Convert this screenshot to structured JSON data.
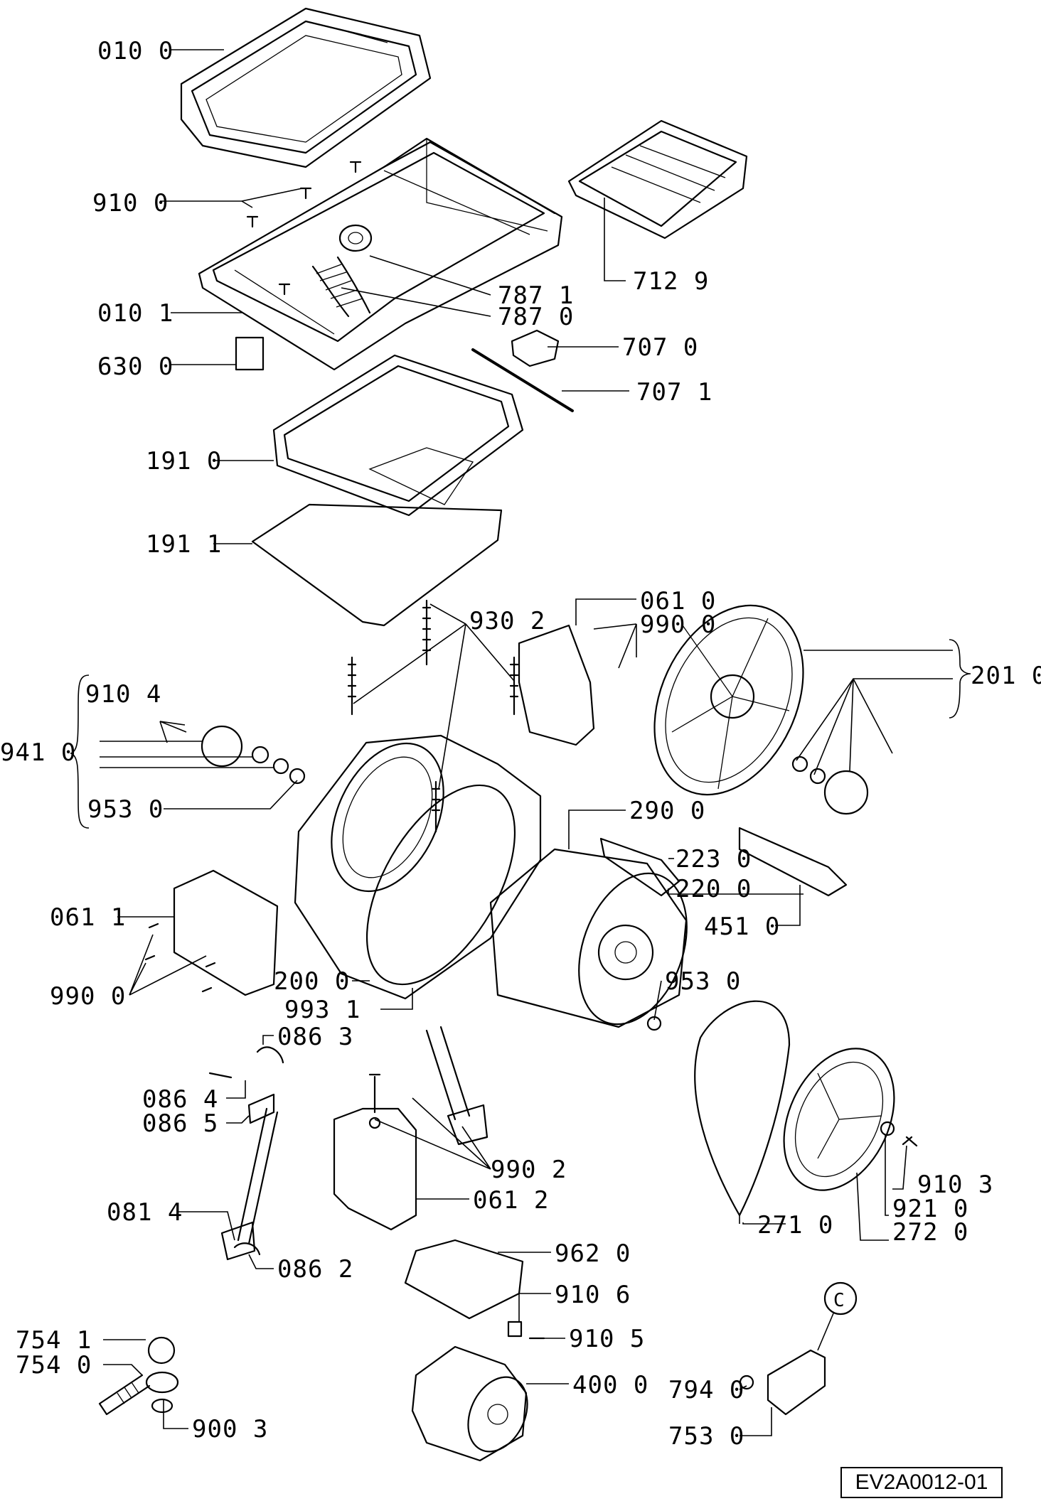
{
  "diagram_code": "EV2A0012-01",
  "labels": {
    "l0100": "010 0",
    "l9100": "910 0",
    "l0101": "010 1",
    "l6300": "630 0",
    "l7129": "712 9",
    "l7871a": "787 1",
    "l7870": "787 0",
    "l7070": "707 0",
    "l7071": "707 1",
    "l1910": "191 0",
    "l1911": "191 1",
    "l9302": "930 2",
    "l0610": "061 0",
    "l9900a": "990 0",
    "l2010": "201 0",
    "l9104": "910 4",
    "l9410": "941 0",
    "l9530a": "953 0",
    "l2900": "290 0",
    "l2230": "223 0",
    "l2200": "220 0",
    "l4510": "451 0",
    "l0611": "061 1",
    "l9900b": "990 0",
    "l2000": "200 0",
    "l9931": "993 1",
    "l9530b": "953 0",
    "l0863": "086 3",
    "l0864": "086 4",
    "l0865": "086 5",
    "l0814": "081 4",
    "l0862": "086 2",
    "l9902": "990 2",
    "l0612": "061 2",
    "l9103": "910 3",
    "l9210": "921 0",
    "l2720": "272 0",
    "l2710": "271 0",
    "l9620": "962 0",
    "l9106": "910 6",
    "l9105": "910 5",
    "l4000": "400 0",
    "l7541": "754 1",
    "l7540": "754 0",
    "l9003": "900 3",
    "l7940": "794 0",
    "l7530": "753 0",
    "c_mark": "C"
  }
}
